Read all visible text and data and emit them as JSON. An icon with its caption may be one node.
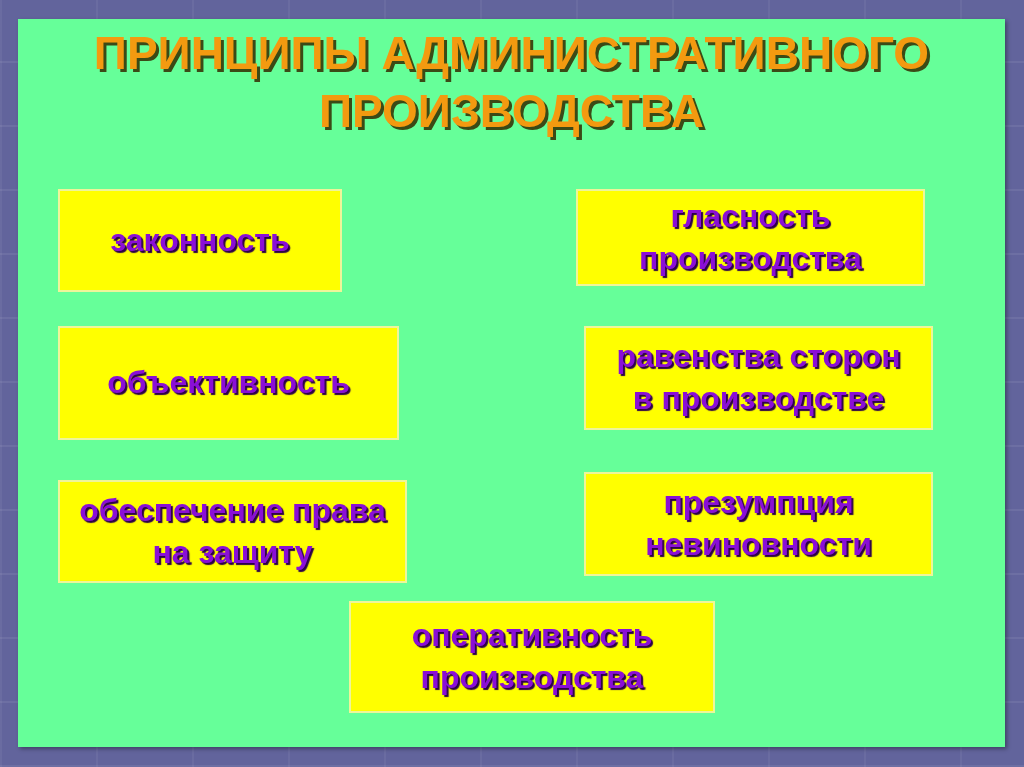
{
  "diagram": {
    "title": "ПРИНЦИПЫ АДМИНИСТРАТИВНОГО ПРОИЗВОДСТВА",
    "nodes": [
      {
        "text": [
          "законность"
        ]
      },
      {
        "text": [
          "гласность производства"
        ]
      },
      {
        "text": [
          "объективность"
        ]
      },
      {
        "text": [
          "равенства сторон в производстве"
        ]
      },
      {
        "text": [
          "обеспечение права на защиту"
        ]
      },
      {
        "text": [
          "презумпция невиновности"
        ]
      },
      {
        "text": [
          "оперативность производства"
        ]
      }
    ]
  }
}
